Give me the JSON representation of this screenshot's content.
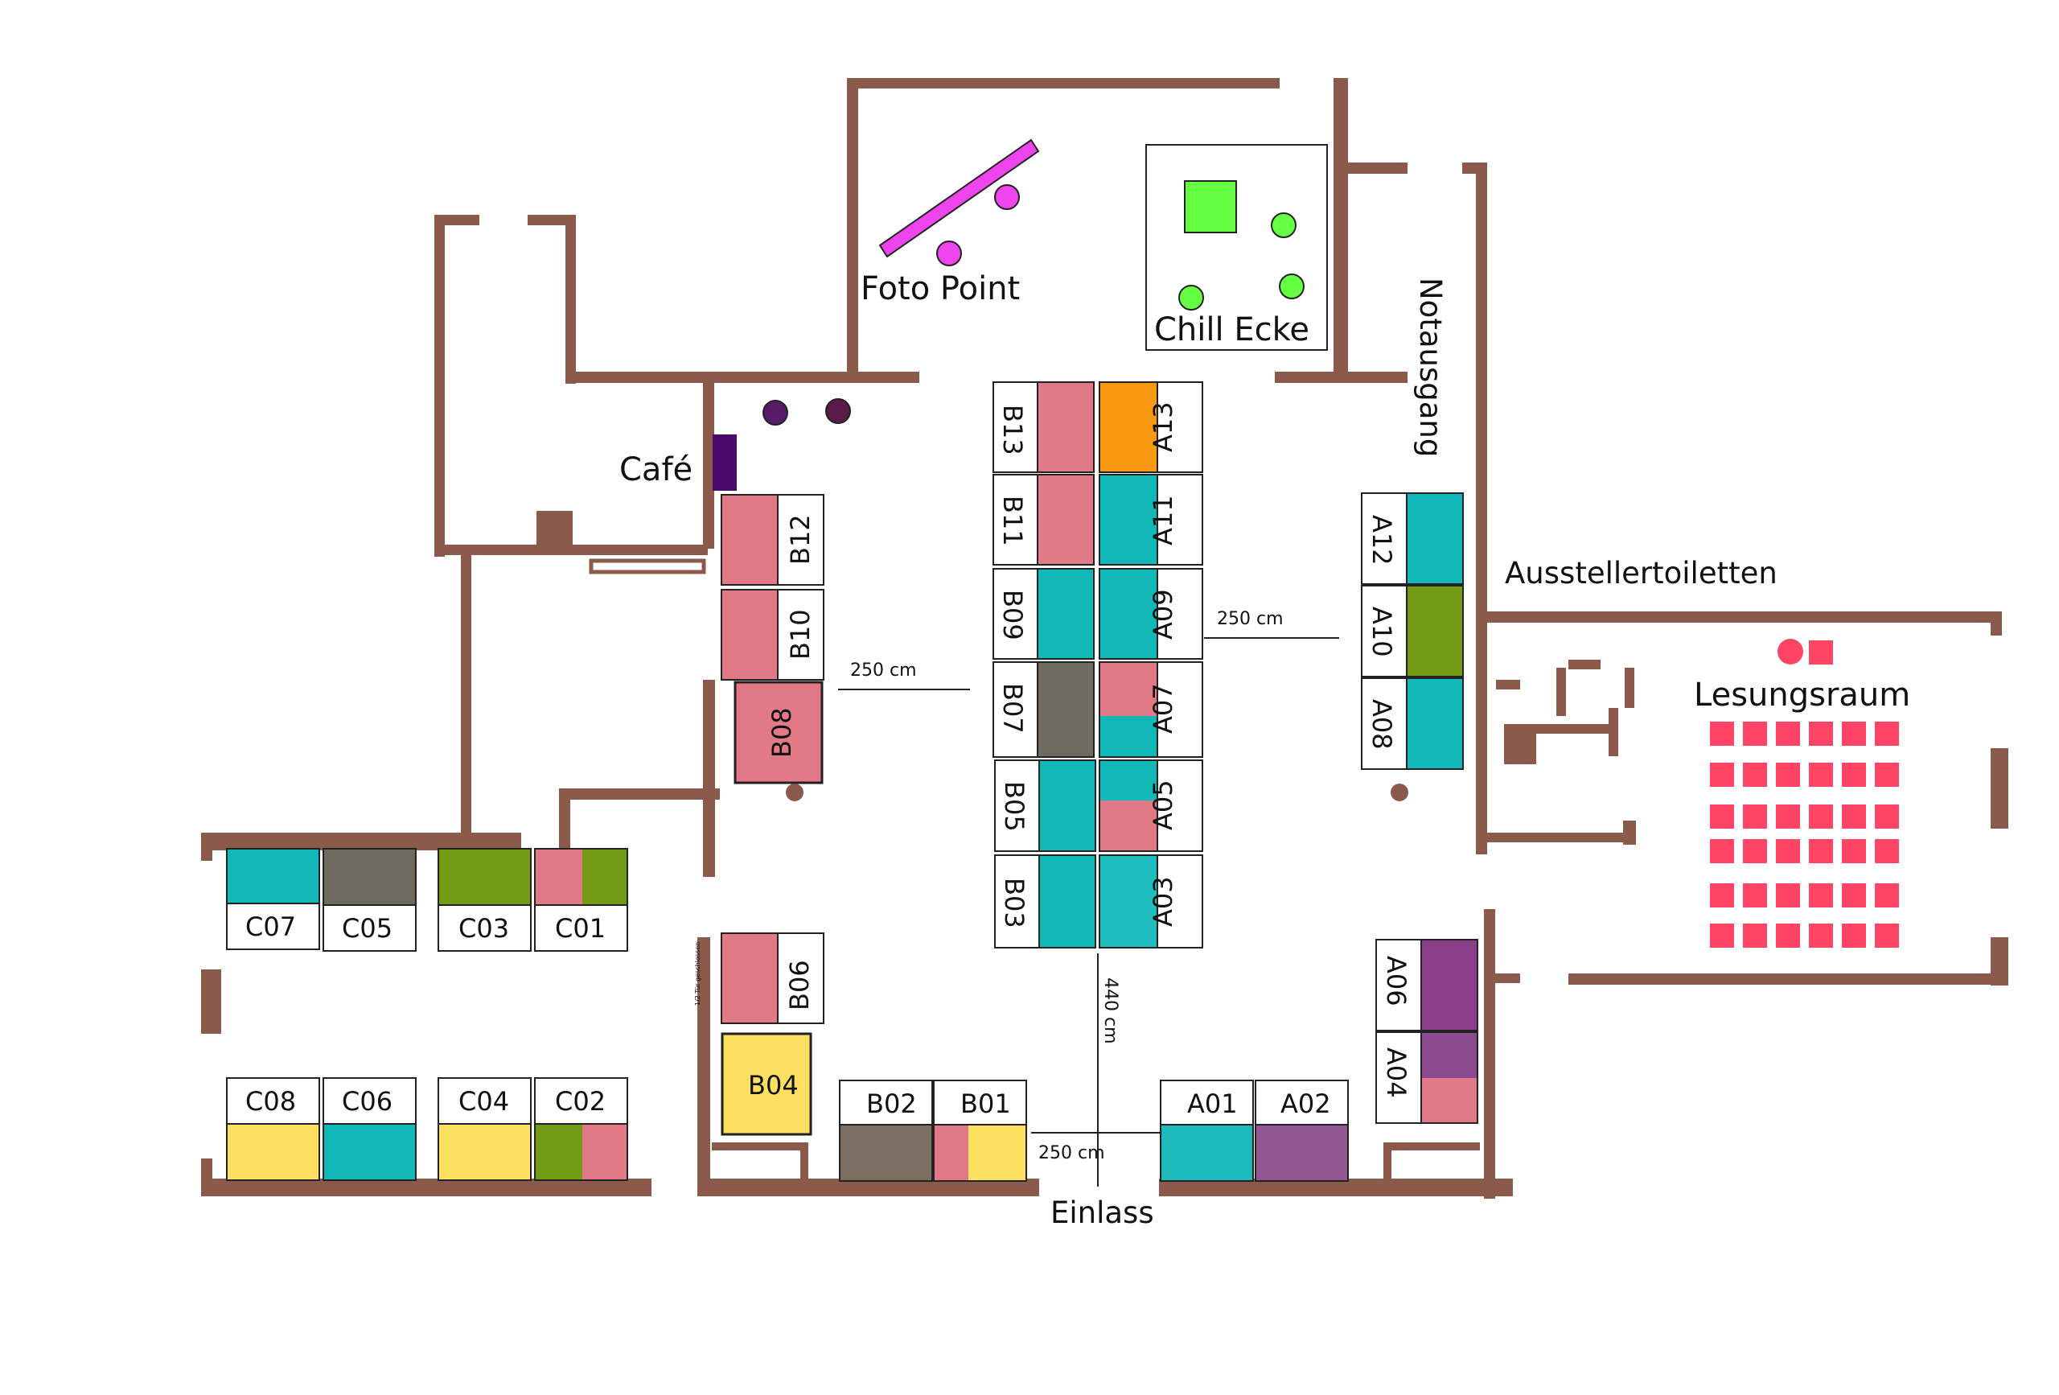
{
  "labels": {
    "foto_point": "Foto Point",
    "chill_ecke": "Chill Ecke",
    "cafe": "Café",
    "notausgang": "Notausgang",
    "ausstellertoiletten": "Ausstellertoiletten",
    "lesungsraum": "Lesungsraum",
    "einlass": "Einlass",
    "door_note": "1/2 Tür geschlossen"
  },
  "dimensions": {
    "left_aisle": "250 cm",
    "right_aisle": "250 cm",
    "entrance_width": "250 cm",
    "center_depth": "440 cm"
  },
  "booths": {
    "B13": "B13",
    "B11": "B11",
    "B09": "B09",
    "B07": "B07",
    "B05": "B05",
    "B03": "B03",
    "A13": "A13",
    "A11": "A11",
    "A09": "A09",
    "A07": "A07",
    "A05": "A05",
    "A03": "A03",
    "B12": "B12",
    "B10": "B10",
    "B08": "B08",
    "B06": "B06",
    "B04": "B04",
    "B02": "B02",
    "B01": "B01",
    "A12": "A12",
    "A10": "A10",
    "A08": "A08",
    "A06": "A06",
    "A04": "A04",
    "A01": "A01",
    "A02": "A02",
    "C07": "C07",
    "C05": "C05",
    "C03": "C03",
    "C01": "C01",
    "C08": "C08",
    "C06": "C06",
    "C04": "C04",
    "C02": "C02"
  },
  "colors": {
    "wall": "#8b5a4a",
    "pink": "#e27986",
    "teal": "#12b8b8",
    "gray": "#716a60",
    "olive": "#739a15",
    "yellow": "#fee060",
    "orange": "#f79a12",
    "purple": "#8b3e8a",
    "green": "#66ff44",
    "magenta": "#ee44ee",
    "seat": "#ff4466",
    "cafe_dark": "#4a0a6a"
  }
}
